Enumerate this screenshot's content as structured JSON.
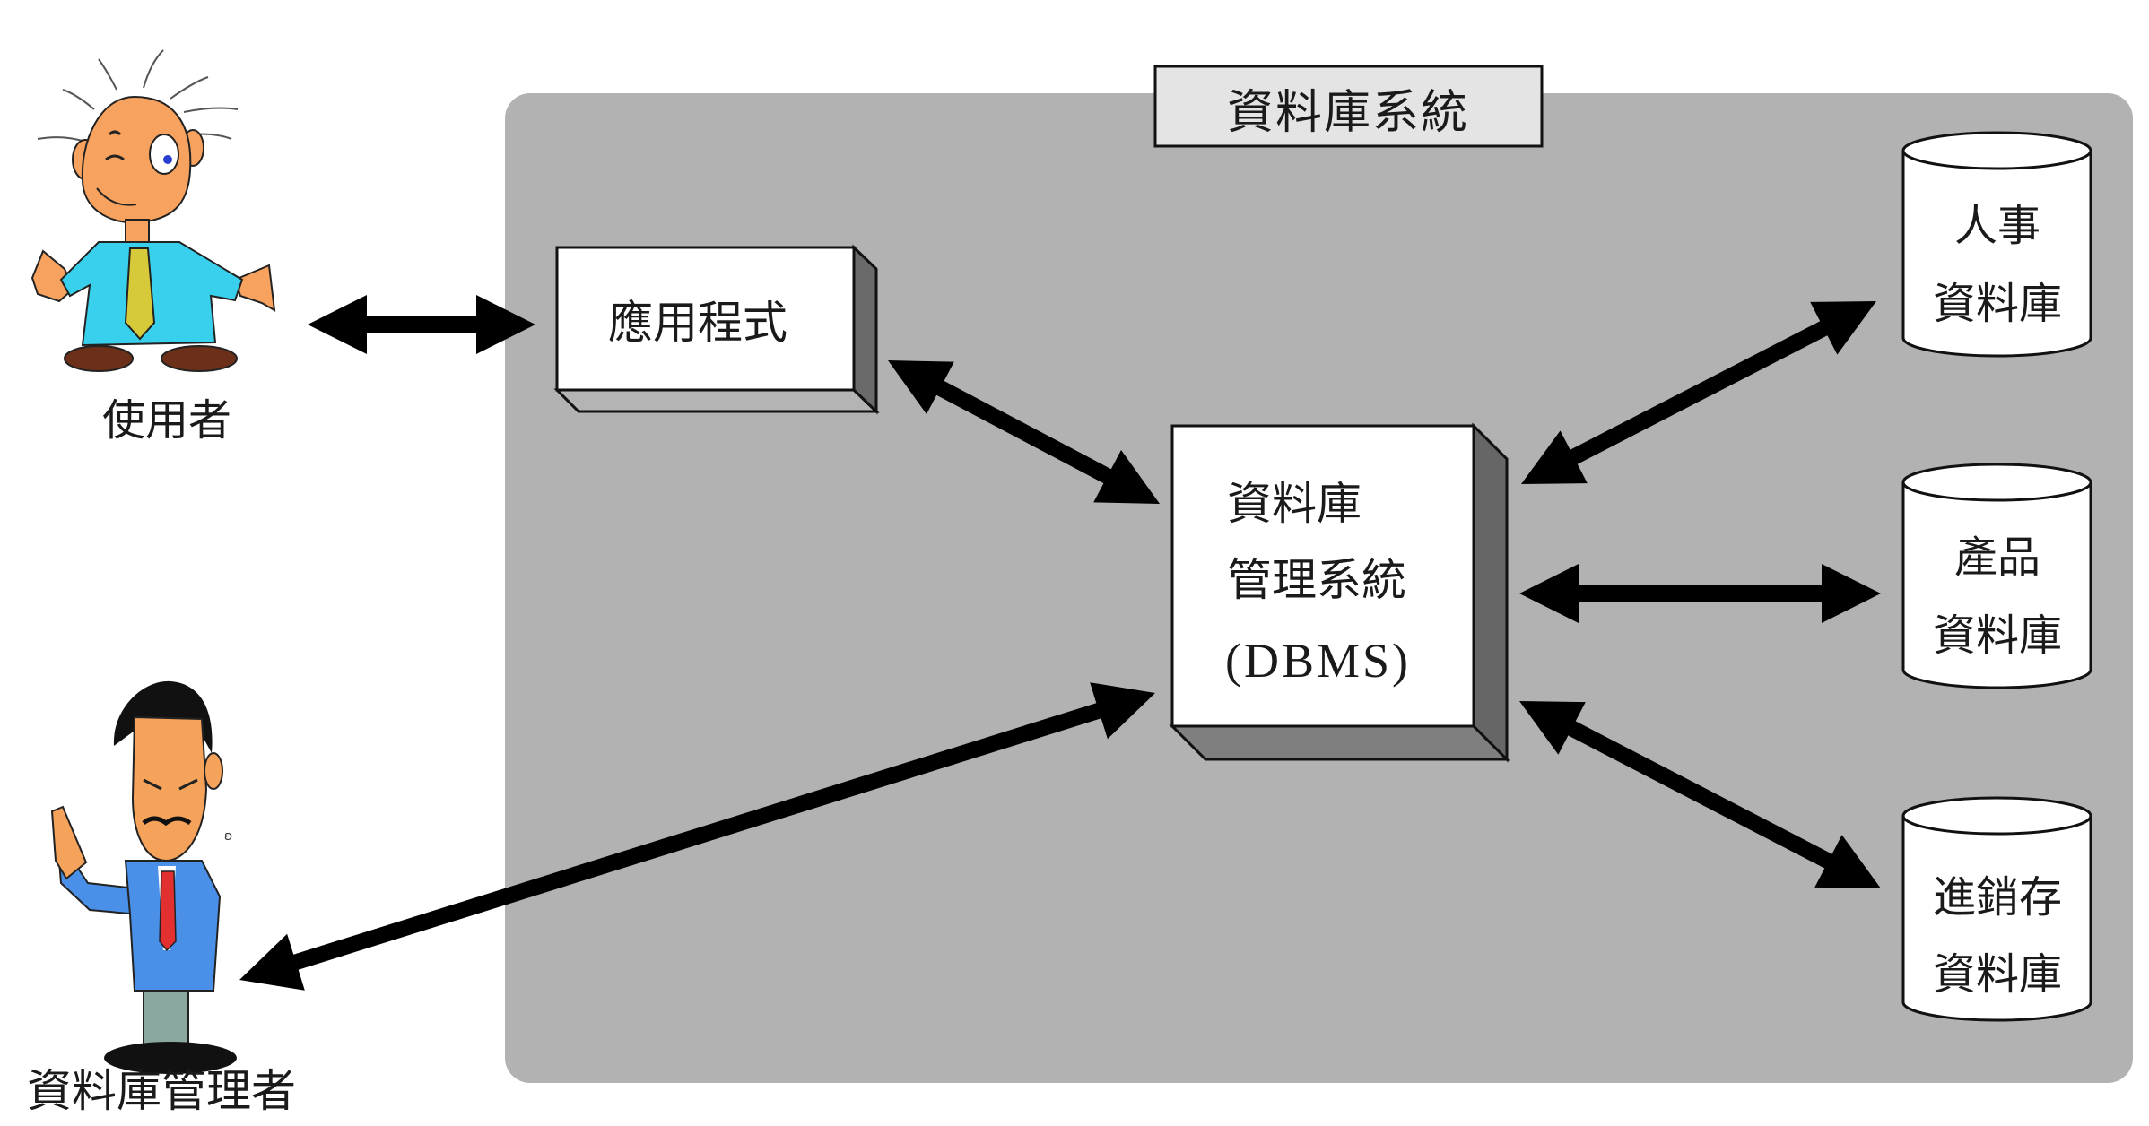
{
  "diagram": {
    "system_title": "資料庫系統",
    "application": {
      "label": "應用程式"
    },
    "dbms": {
      "lines": [
        "資料庫",
        "管理系統",
        "(DBMS)"
      ]
    },
    "databases": [
      {
        "lines": [
          "人事",
          "資料庫"
        ]
      },
      {
        "lines": [
          "產品",
          "資料庫"
        ]
      },
      {
        "lines": [
          "進銷存",
          "資料庫"
        ]
      }
    ],
    "actors": {
      "user": {
        "label": "使用者",
        "icon": "cartoon-user-icon"
      },
      "admin": {
        "label": "資料庫管理者",
        "icon": "cartoon-admin-icon"
      }
    },
    "connections": [
      {
        "from": "使用者",
        "to": "應用程式",
        "type": "bidirectional"
      },
      {
        "from": "應用程式",
        "to": "資料庫管理系統 (DBMS)",
        "type": "bidirectional"
      },
      {
        "from": "資料庫管理者",
        "to": "資料庫管理系統 (DBMS)",
        "type": "bidirectional"
      },
      {
        "from": "資料庫管理系統 (DBMS)",
        "to": "人事資料庫",
        "type": "bidirectional"
      },
      {
        "from": "資料庫管理系統 (DBMS)",
        "to": "產品資料庫",
        "type": "bidirectional"
      },
      {
        "from": "資料庫管理系統 (DBMS)",
        "to": "進銷存資料庫",
        "type": "bidirectional"
      }
    ],
    "colors": {
      "system_panel": "#b2b2b2",
      "title_box": "#e4e4e4",
      "box_face": "#ffffff",
      "box_side_dark": "#676767",
      "box_bottom_dbms": "#7f7f7f",
      "arrow": "#000000"
    }
  }
}
